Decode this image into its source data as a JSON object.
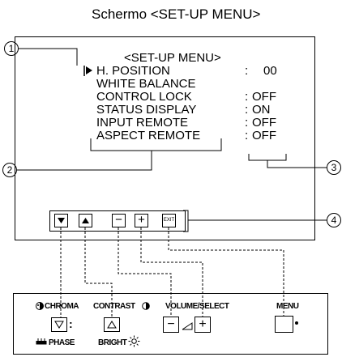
{
  "title": "Schermo <SET-UP MENU>",
  "menu": {
    "title": "<SET-UP MENU>",
    "items": [
      {
        "label": "H. POSITION",
        "colon": ":",
        "value": "00"
      },
      {
        "label": "WHITE BALANCE",
        "colon": "",
        "value": ""
      },
      {
        "label": "CONTROL LOCK",
        "colon": ":",
        "value": "OFF"
      },
      {
        "label": "STATUS DISPLAY",
        "colon": ":",
        "value": "ON"
      },
      {
        "label": "INPUT REMOTE",
        "colon": ":",
        "value": "OFF"
      },
      {
        "label": "ASPECT REMOTE",
        "colon": ":",
        "value": "OFF"
      }
    ]
  },
  "callouts": [
    "1",
    "2",
    "3",
    "4"
  ],
  "onscreen_buttons": {
    "down_icon": "triangle-down-icon",
    "up_icon": "triangle-up-icon",
    "minus": "−",
    "plus": "+",
    "exit": "EXIT"
  },
  "panel": {
    "chroma": "CHROMA",
    "contrast": "CONTRAST",
    "volume_select": "VOLUME/SELECT",
    "menu": "MENU",
    "phase": "PHASE",
    "bright": "BRIGHT",
    "colon_mark": ":",
    "minus": "−",
    "plus": "+"
  }
}
